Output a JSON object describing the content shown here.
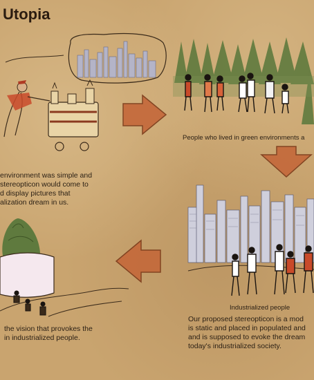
{
  "page": {
    "title": "Utopia",
    "caption_green": "People who lived in green environments a",
    "text_topleft": [
      "environment was simple and",
      "stereopticon would come to",
      "d display pictures that",
      "alization dream in us."
    ],
    "caption_industrial": "Industrialized people",
    "text_right": [
      "Our proposed stereopticon is a mod",
      "is static and placed in populated and",
      "and is supposed to evoke the dream",
      "today's industrialized society."
    ],
    "text_bottomleft": [
      "the vision that provokes the",
      "in industrialized people."
    ]
  },
  "colors": {
    "paper": "#c9a46f",
    "arrow": "#c4683a",
    "forest": "#5f7a3e",
    "city": "#b4b4c8",
    "ink": "#2a1f14"
  }
}
